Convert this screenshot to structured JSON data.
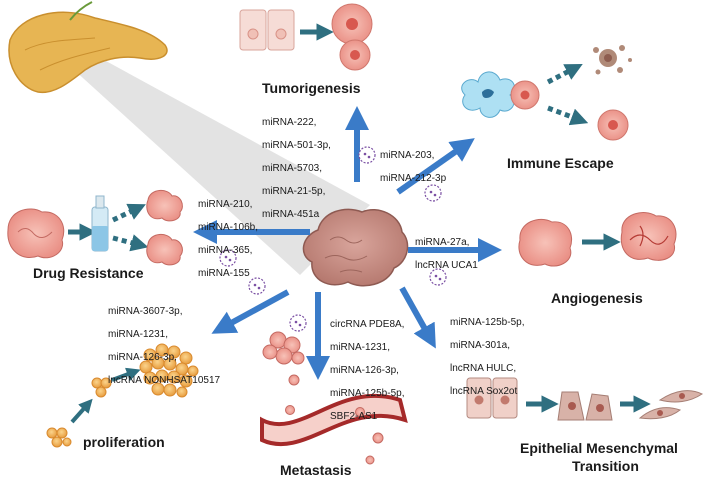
{
  "titles": {
    "tumorigenesis": "Tumorigenesis",
    "immune_escape": "Immune Escape",
    "drug_resistance": "Drug Resistance",
    "angiogenesis": "Angiogenesis",
    "proliferation": "proliferation",
    "metastasis": "Metastasis",
    "emt_line1": "Epithelial Mesenchymal",
    "emt_line2": "Transition"
  },
  "mirnas": {
    "tumorigenesis": [
      "miRNA-222,",
      "miRNA-501-3p,",
      "miRNA-5703,",
      "miRNA-21-5p,",
      "miRNA-451a"
    ],
    "immune_escape": [
      "miRNA-203,",
      "miRNA-212-3p"
    ],
    "drug_resistance": [
      "miRNA-210,",
      "miRNA-106b,",
      "miRNA-365,",
      "miRNA-155"
    ],
    "angiogenesis": [
      "miRNA-27a,",
      "lncRNA UCA1"
    ],
    "proliferation": [
      "miRNA-3607-3p,",
      "miRNA-1231,",
      "miRNA-126-3p,",
      "lncRNA NONHSAT10517"
    ],
    "metastasis": [
      "circRNA PDE8A,",
      "miRNA-1231,",
      "miRNA-126-3p,",
      "miRNA-125b-5p,",
      "SBF2-AS1"
    ],
    "emt": [
      "miRNA-125b-5p,",
      "miRNA-301a,",
      "lncRNA HULC,",
      "lncRNA Sox2ot"
    ]
  },
  "colors": {
    "arrow": "#3a7bc8",
    "teal_arrow": "#2f6f80",
    "tumor": "#c98a80",
    "pink_cell": "#f2a9a0",
    "pink_nucleus": "#d8584f",
    "vesicle": "#7a4fa3",
    "pancreas": "#e7b553",
    "epithelial": "#f0d0c8",
    "mesenchymal": "#c7a39a",
    "orange_cell": "#f3b661"
  }
}
